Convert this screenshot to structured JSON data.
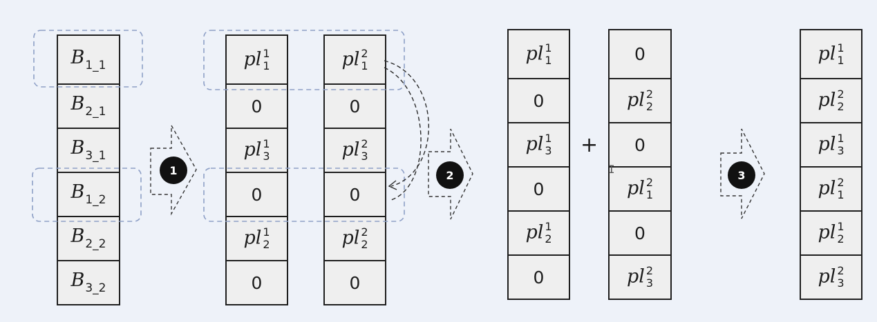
{
  "columns": {
    "blocks": [
      {
        "base": "B",
        "sub": "1_1"
      },
      {
        "base": "B",
        "sub": "2_1"
      },
      {
        "base": "B",
        "sub": "3_1"
      },
      {
        "base": "B",
        "sub": "1_2"
      },
      {
        "base": "B",
        "sub": "2_2"
      },
      {
        "base": "B",
        "sub": "3_2"
      }
    ],
    "stage1_a": [
      {
        "base": "pl",
        "sub": "1",
        "sup": "1"
      },
      {
        "zero": "0"
      },
      {
        "base": "pl",
        "sub": "3",
        "sup": "1"
      },
      {
        "zero": "0"
      },
      {
        "base": "pl",
        "sub": "2",
        "sup": "1"
      },
      {
        "zero": "0"
      }
    ],
    "stage1_b": [
      {
        "base": "pl",
        "sub": "1",
        "sup": "2"
      },
      {
        "zero": "0"
      },
      {
        "base": "pl",
        "sub": "3",
        "sup": "2"
      },
      {
        "zero": "0"
      },
      {
        "base": "pl",
        "sub": "2",
        "sup": "2"
      },
      {
        "zero": "0"
      }
    ],
    "stage2_a": [
      {
        "base": "pl",
        "sub": "1",
        "sup": "1"
      },
      {
        "zero": "0"
      },
      {
        "base": "pl",
        "sub": "3",
        "sup": "1"
      },
      {
        "zero": "0"
      },
      {
        "base": "pl",
        "sub": "2",
        "sup": "1"
      },
      {
        "zero": "0"
      }
    ],
    "stage2_b": [
      {
        "zero": "0"
      },
      {
        "base": "pl",
        "sub": "2",
        "sup": "2"
      },
      {
        "zero": "0"
      },
      {
        "base": "pl",
        "sub": "1",
        "sup": "2"
      },
      {
        "zero": "0"
      },
      {
        "base": "pl",
        "sub": "3",
        "sup": "2"
      }
    ],
    "result": [
      {
        "base": "pl",
        "sub": "1",
        "sup": "1"
      },
      {
        "base": "pl",
        "sub": "2",
        "sup": "2"
      },
      {
        "base": "pl",
        "sub": "3",
        "sup": "1"
      },
      {
        "base": "pl",
        "sub": "1",
        "sup": "2"
      },
      {
        "base": "pl",
        "sub": "2",
        "sup": "1"
      },
      {
        "base": "pl",
        "sub": "3",
        "sup": "2"
      }
    ]
  },
  "operator": "+",
  "steps": [
    "1",
    "2",
    "3"
  ],
  "colors": {
    "dashed_box": "#8d9fc6",
    "cell_fill": "#efefef",
    "cell_border": "#1e1e1e",
    "step_badge": "#111111",
    "background": "#eef2f9"
  },
  "icons": [
    "dashed-arrow-icon",
    "curved-dashed-arrow-icon",
    "text-cursor-icon"
  ]
}
